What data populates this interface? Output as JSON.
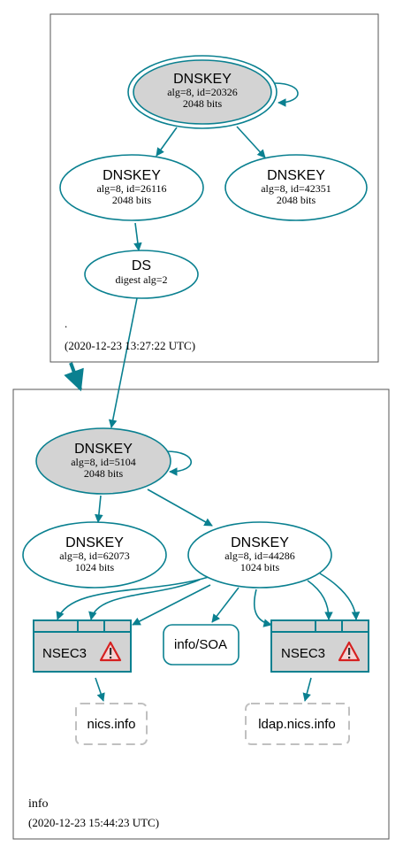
{
  "zones": [
    {
      "id": "root",
      "name": ".",
      "timestamp": "(2020-12-23 13:27:22 UTC)"
    },
    {
      "id": "info",
      "name": "info",
      "timestamp": "(2020-12-23 15:44:23 UTC)"
    }
  ],
  "nodes": {
    "root_ksk": {
      "title": "DNSKEY",
      "line1": "alg=8, id=20326",
      "line2": "2048 bits"
    },
    "root_zsk1": {
      "title": "DNSKEY",
      "line1": "alg=8, id=26116",
      "line2": "2048 bits"
    },
    "root_zsk2": {
      "title": "DNSKEY",
      "line1": "alg=8, id=42351",
      "line2": "2048 bits"
    },
    "root_ds": {
      "title": "DS",
      "line1": "digest alg=2"
    },
    "info_ksk": {
      "title": "DNSKEY",
      "line1": "alg=8, id=5104",
      "line2": "2048 bits"
    },
    "info_zsk1": {
      "title": "DNSKEY",
      "line1": "alg=8, id=62073",
      "line2": "1024 bits"
    },
    "info_zsk2": {
      "title": "DNSKEY",
      "line1": "alg=8, id=44286",
      "line2": "1024 bits"
    },
    "nsec3_a": {
      "label": "NSEC3"
    },
    "nsec3_b": {
      "label": "NSEC3"
    },
    "info_soa": {
      "label": "info/SOA"
    },
    "nics_info": {
      "label": "nics.info"
    },
    "ldap_nics_info": {
      "label": "ldap.nics.info"
    }
  },
  "colors": {
    "edge": "#0a8090",
    "node_fill_ksk": "#d3d3d3",
    "node_fill": "#ffffff",
    "zone_border": "#555555",
    "warning": "#d62020",
    "dashed": "#c0c0c0"
  }
}
